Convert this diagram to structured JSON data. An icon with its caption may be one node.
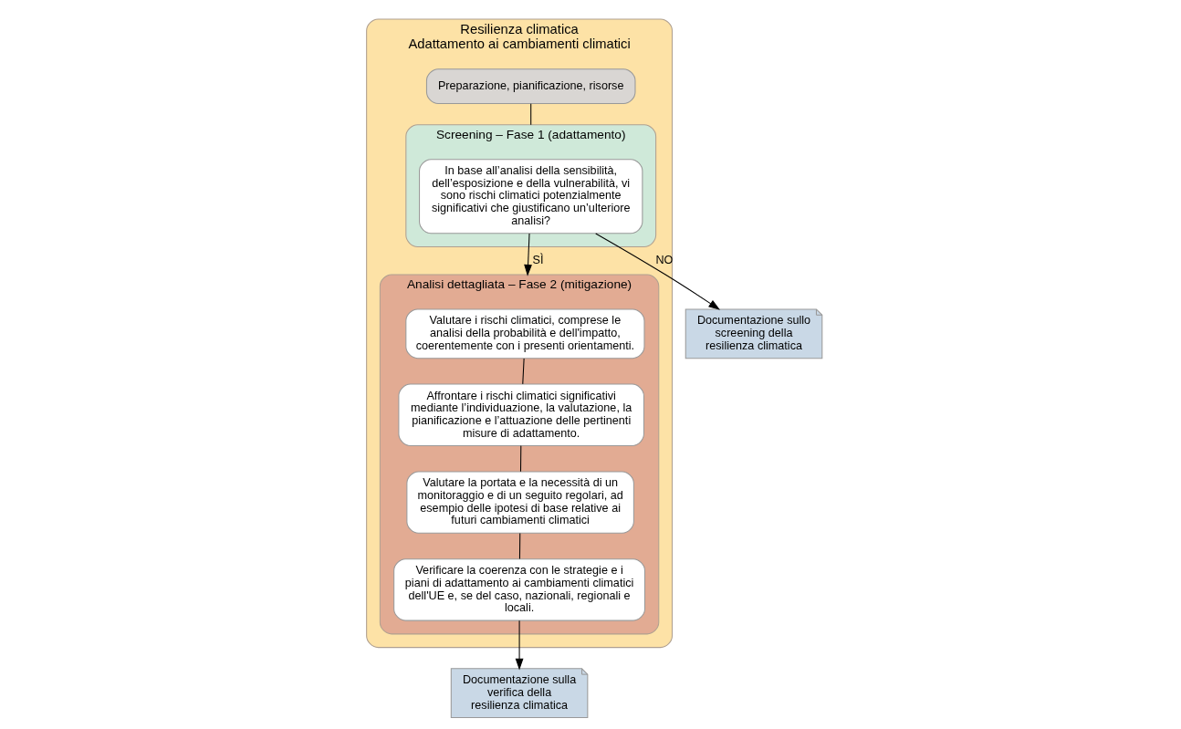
{
  "diagram": {
    "nodes": [
      {
        "text": [
          "Resilienza climatica",
          "Adattamento ai cambiamenti climatici"
        ]
      },
      {
        "text": [
          "Preparazione, pianificazione, risorse"
        ],
        "in": 0
      },
      {
        "text": [
          "Screening – Fase 1 (adattamento)"
        ],
        "in": 0
      },
      {
        "text": [
          "In base all’analisi della sensibilità, dell’esposizione e della vulnerabilità, vi sono rischi climatici potenzialmente significativi che giustificano un’ulteriore analisi?"
        ],
        "in": 2
      },
      {
        "text": [
          "Documentazione sullo screening della resilienza climatica"
        ]
      },
      {
        "text": [
          "Analisi dettagliata – Fase 2 (mitigazione)"
        ],
        "in": 0
      },
      {
        "text": [
          "Valutare i rischi climatici, comprese le analisi della probabilità e dell'impatto, coerentemente con i presenti orientamenti."
        ],
        "in": 5
      },
      {
        "text": [
          "Affrontare i rischi climatici significativi mediante l’individuazione, la valutazione, la pianificazione e l’attuazione delle pertinenti misure di adattamento."
        ],
        "in": 5
      },
      {
        "text": [
          "Valutare la portata e la necessità di un monitoraggio e di un seguito regolari, ad esempio delle ipotesi di base relative ai futuri cambiamenti climatici"
        ],
        "in": 5
      },
      {
        "text": [
          "Verificare la coerenza con le strategie e i piani di adattamento ai cambiamenti climatici dell'UE e, se del caso, nazionali, regionali e locali."
        ],
        "in": 5
      },
      {
        "text": [
          "Documentazione sulla verifica della resilienza climatica"
        ]
      }
    ],
    "edges": [
      {
        "from": 1,
        "to": 2,
        "arrow": "none"
      },
      {
        "from": 3,
        "to": 4,
        "arrow": "to",
        "label": "NO"
      },
      {
        "from": 3,
        "to": 5,
        "arrow": "to",
        "label": "SÌ"
      },
      {
        "from": 6,
        "to": 7,
        "arrow": "none"
      },
      {
        "from": 7,
        "to": 8,
        "arrow": "none"
      },
      {
        "from": 8,
        "to": 9,
        "arrow": "none"
      },
      {
        "from": 9,
        "to": 10,
        "arrow": "to"
      }
    ]
  }
}
